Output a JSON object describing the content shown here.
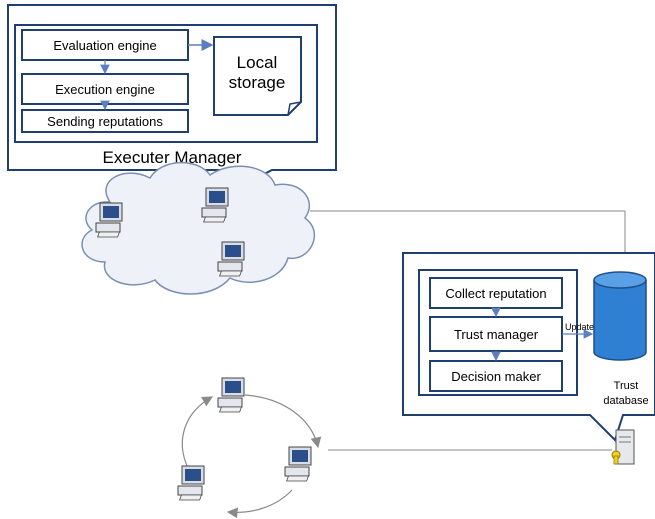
{
  "executer_manager": {
    "title": "Executer Manager",
    "modules": [
      "Evaluation engine",
      "Execution engine",
      "Sending reputations"
    ],
    "storage_line1": "Local",
    "storage_line2": "storage"
  },
  "trust_system": {
    "modules": [
      "Collect reputation",
      "Trust manager",
      "Decision maker"
    ],
    "update_label": "Update",
    "database_line1": "Trust",
    "database_line2": "database"
  },
  "colors": {
    "box_border": "#1f3f6e",
    "arrow": "#5b7fbf",
    "cloud_fill": "#eef1f7",
    "cloud_stroke": "#7a8fb3",
    "database_fill": "#2f7fd3",
    "monitor_screen": "#2a4f8a"
  },
  "icons": {
    "computer": "computer-icon",
    "server": "server-icon",
    "database": "database-icon",
    "cloud": "cloud-shape"
  }
}
